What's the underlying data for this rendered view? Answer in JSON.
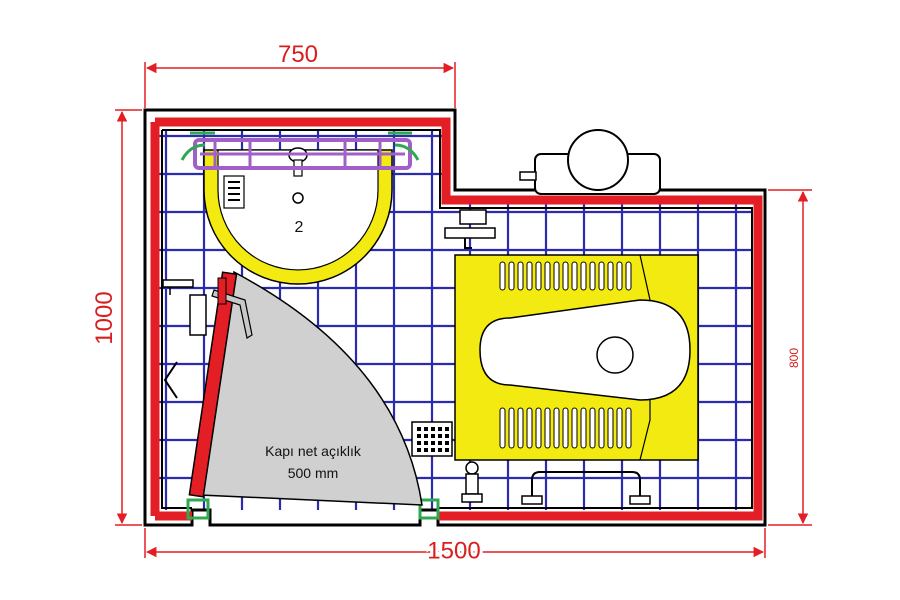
{
  "dimensions": {
    "top_width": "750",
    "left_height": "1000",
    "bottom_width": "1500",
    "right_height": "800"
  },
  "labels": {
    "fixture_number": "2",
    "door_note_line1": "Kapı net açıklık",
    "door_note_line2": "500 mm"
  },
  "colors": {
    "dimension": "#e31e24",
    "wall_outer": "#000000",
    "wall_inner": "#e31e24",
    "tile_grid": "#2b2bb0",
    "fixture_yellow": "#f2ea10",
    "door_swing": "#d0d0d0",
    "rail": "#a060c8",
    "bracket": "#2fa84f"
  }
}
